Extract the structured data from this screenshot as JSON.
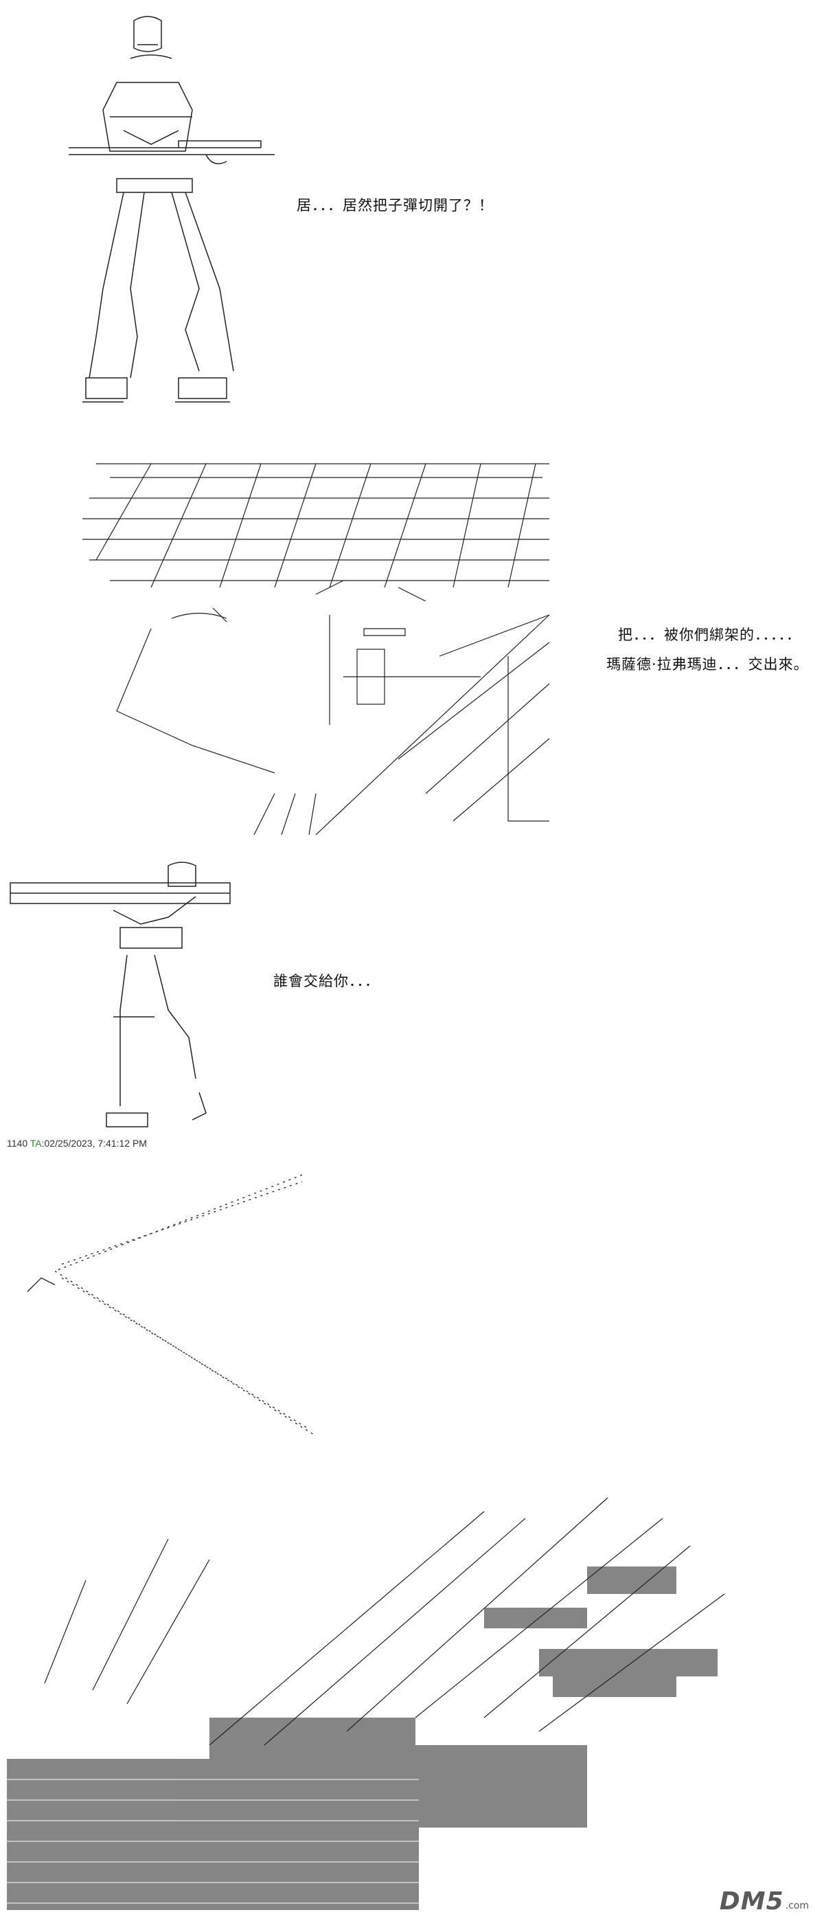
{
  "panels": [
    {
      "dialogue": "居．．．居然把子彈切開了？！"
    },
    {
      "dialogue_line1": "把．．．被你們綁架的．．．．．",
      "dialogue_line2": "瑪薩德·拉弗瑪迪．．．交出來。"
    },
    {
      "dialogue": "誰會交給你．．．"
    }
  ],
  "post": {
    "number": "1140",
    "name": "TA",
    "timestamp": ":02/25/2023, 7:41:12 PM"
  },
  "watermark": {
    "logo": "DM5",
    "domain": ".com"
  }
}
